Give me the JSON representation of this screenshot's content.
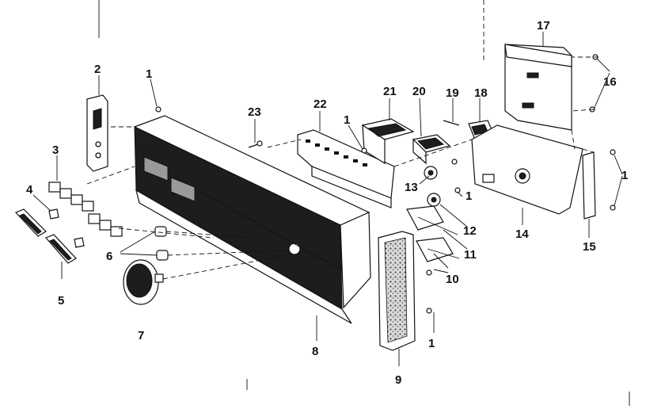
{
  "callouts": [
    "1",
    "2",
    "3",
    "4",
    "5",
    "6",
    "7",
    "8",
    "9",
    "10",
    "11",
    "12",
    "13",
    "14",
    "15",
    "16",
    "17",
    "18",
    "19",
    "20",
    "21",
    "22",
    "23",
    "1",
    "1",
    "1",
    "1"
  ]
}
